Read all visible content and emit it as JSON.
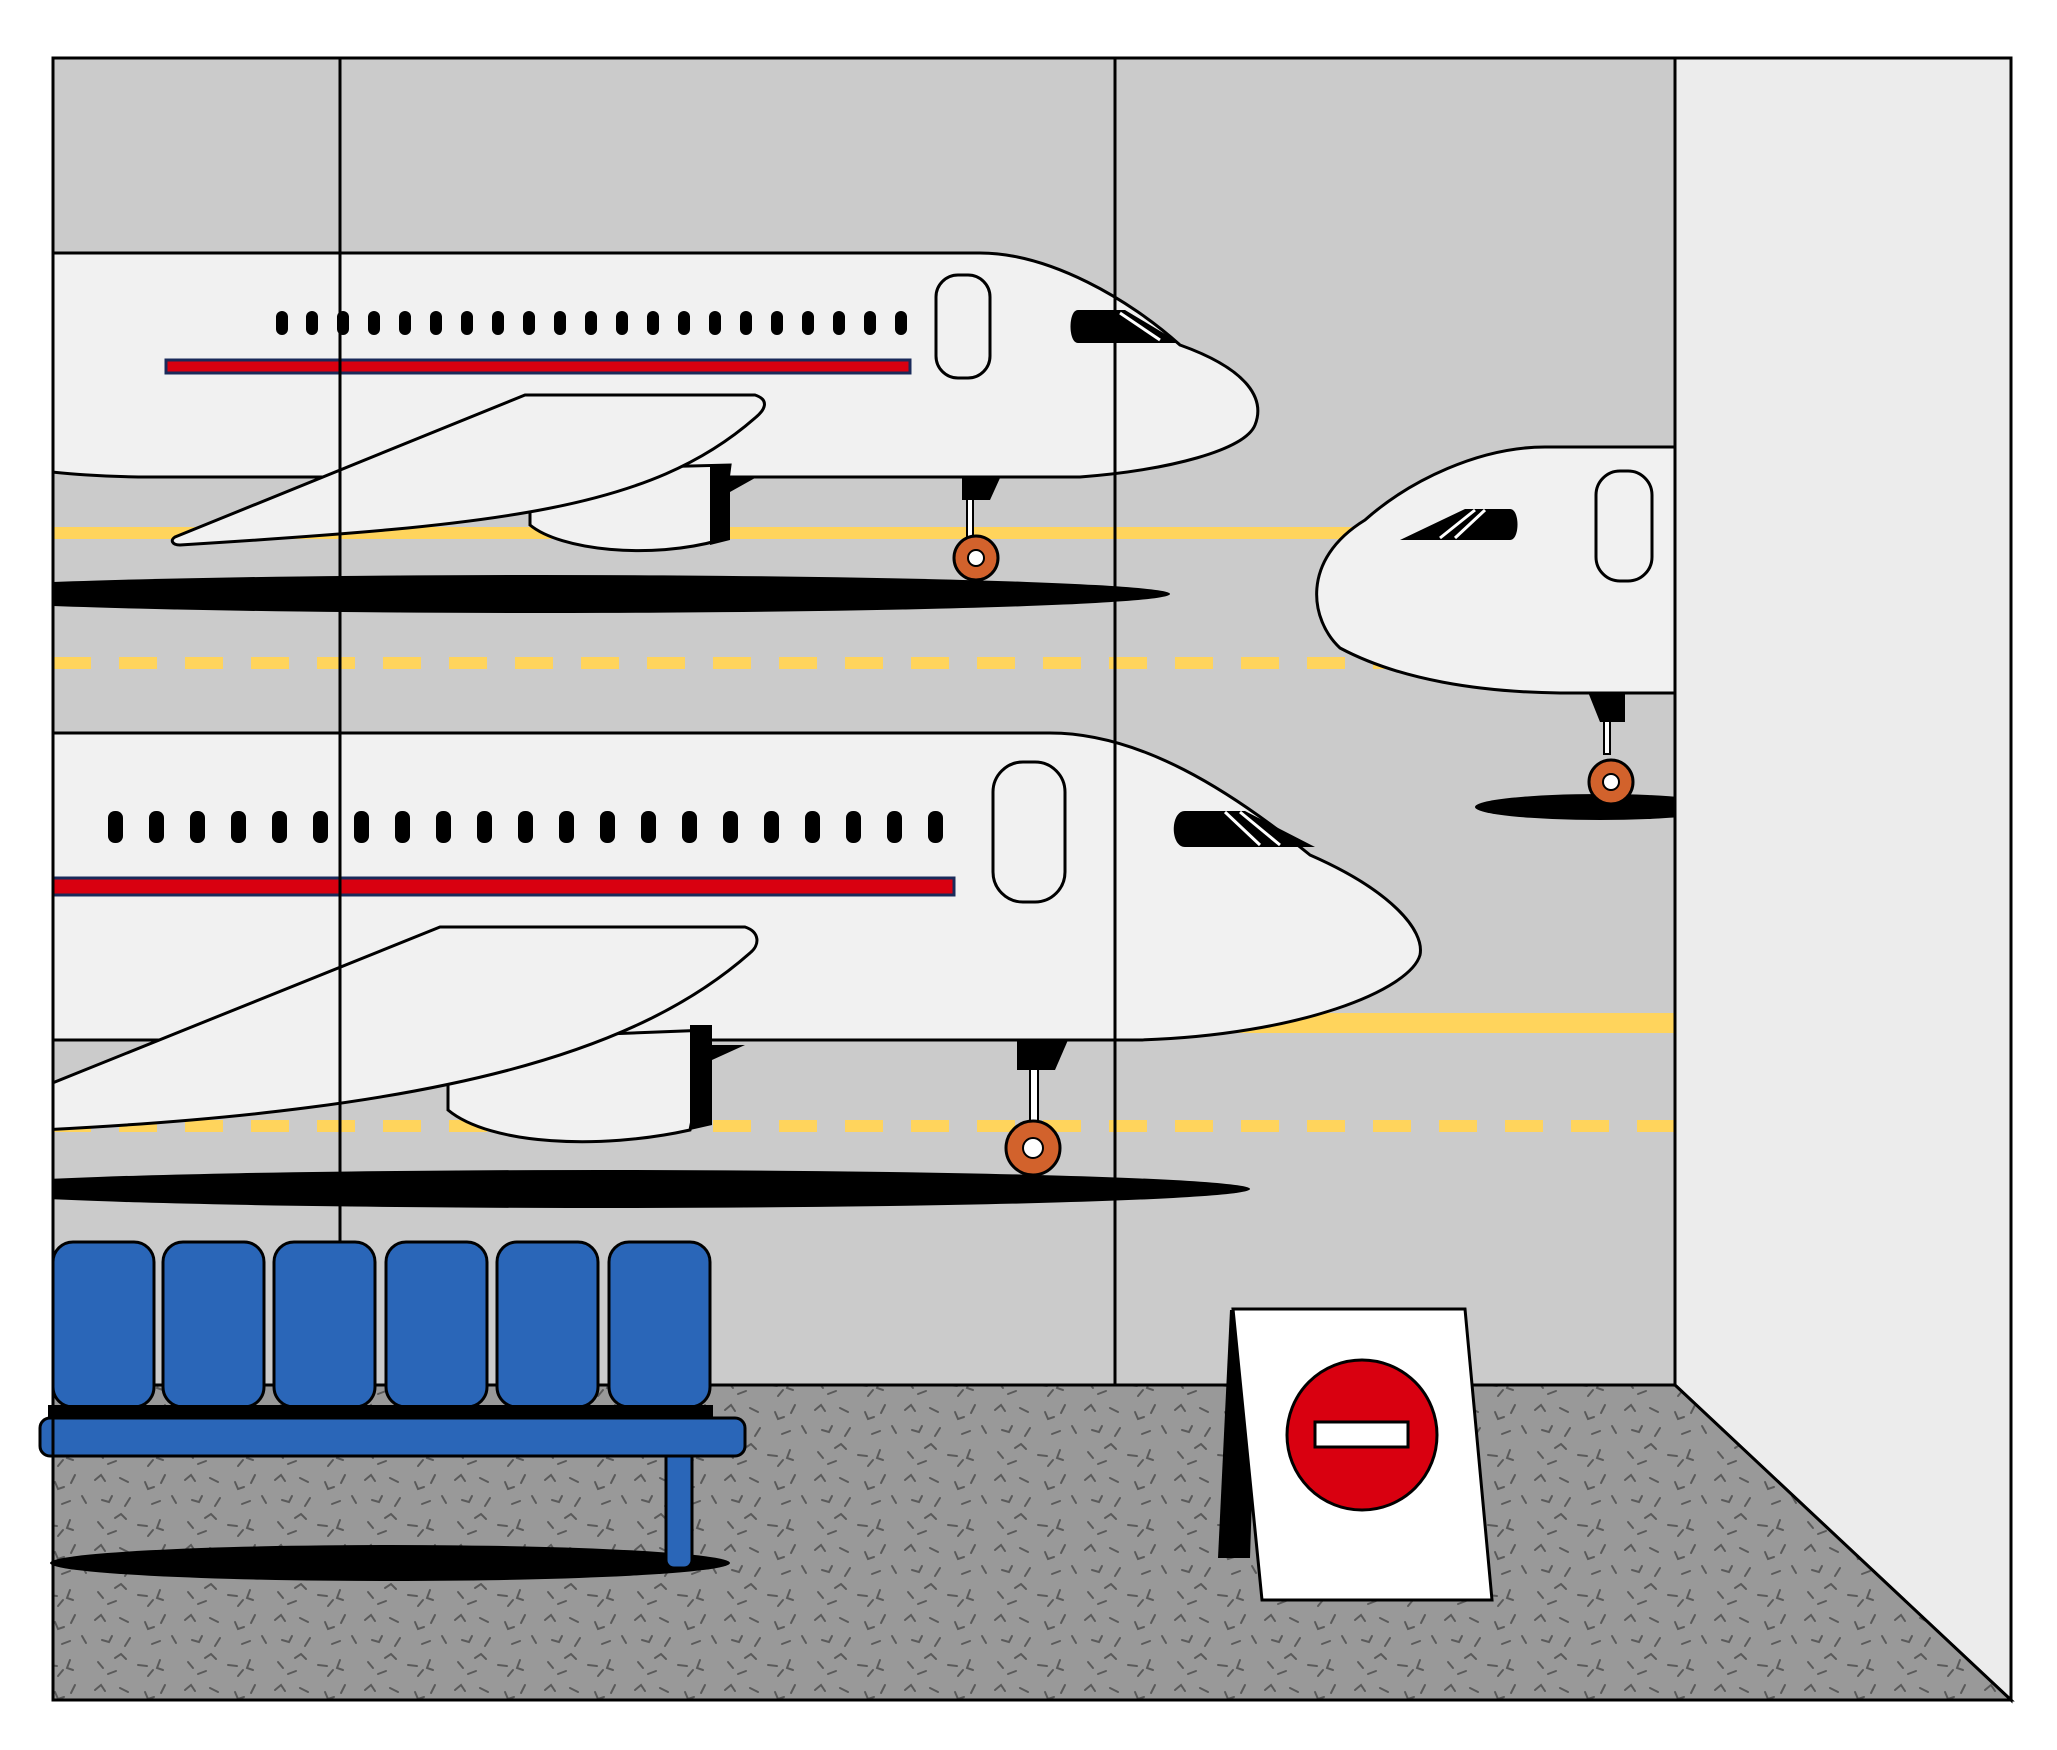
{
  "scene": {
    "subject": "airport-terminal-window",
    "colors": {
      "background": "#ffffff",
      "outline": "#000000",
      "tarmac": "#cbcbcb",
      "window_lower": "#d4d4d4",
      "side_wall": "#ececec",
      "floor": "#999999",
      "floor_speckle": "#5a5a5a",
      "taxi_line": "#ffd45c",
      "fuselage": "#f1f1f1",
      "stripe_red": "#d90010",
      "stripe_navy": "#1a2a5a",
      "wheel": "#d2622c",
      "seat_blue": "#2a66b8",
      "sign_red": "#d90010",
      "sign_board": "#ffffff"
    },
    "elements": {
      "planes": [
        "top-left-plane",
        "right-plane",
        "bottom-left-plane"
      ],
      "bench_seats": 6,
      "sign_icon": "no-entry-icon"
    }
  }
}
